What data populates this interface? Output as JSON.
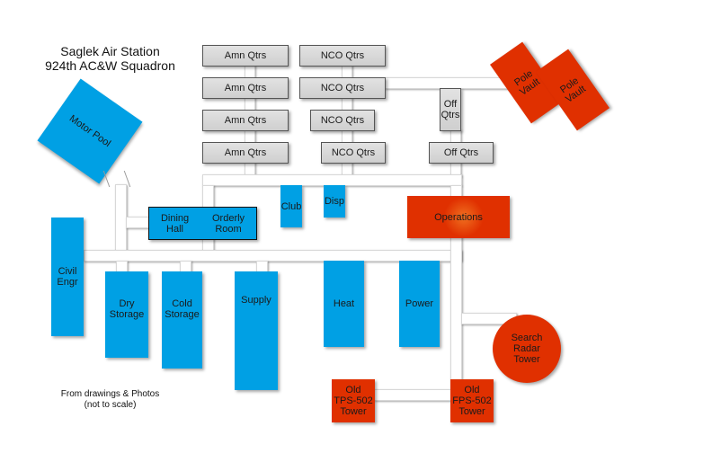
{
  "title": "Saglek Air Station\n924th AC&W Squadron",
  "note": "From drawings & Photos\n(not to scale)",
  "colors": {
    "building": "#00a0e4",
    "radar": "#e03000",
    "quarters": "#d4d4d4",
    "corridor": "#ffffff"
  },
  "buildings": {
    "motor_pool": "Motor Pool",
    "amn1": "Amn Qtrs",
    "amn2": "Amn Qtrs",
    "amn3": "Amn Qtrs",
    "amn4": "Amn Qtrs",
    "nco1": "NCO Qtrs",
    "nco2": "NCO Qtrs",
    "nco3": "NCO Qtrs",
    "nco4": "NCO Qtrs",
    "off1": "Off\nQtrs",
    "off2": "Off Qtrs",
    "pole_vault1": "Pole\nVault",
    "pole_vault2": "Pole\nVault",
    "club": "Club",
    "disp": "Disp",
    "dining_hall": "Dining\nHall",
    "orderly_room": "Orderly\nRoom",
    "operations": "Operations",
    "civil_engr": "Civil\nEngr",
    "dry_storage": "Dry\nStorage",
    "cold_storage": "Cold\nStorage",
    "supply": "Supply",
    "heat": "Heat",
    "power": "Power",
    "search_radar": "Search\nRadar\nTower",
    "old_tps": "Old\nTPS-502\nTower",
    "old_fps": "Old\nFPS-502\nTower"
  }
}
